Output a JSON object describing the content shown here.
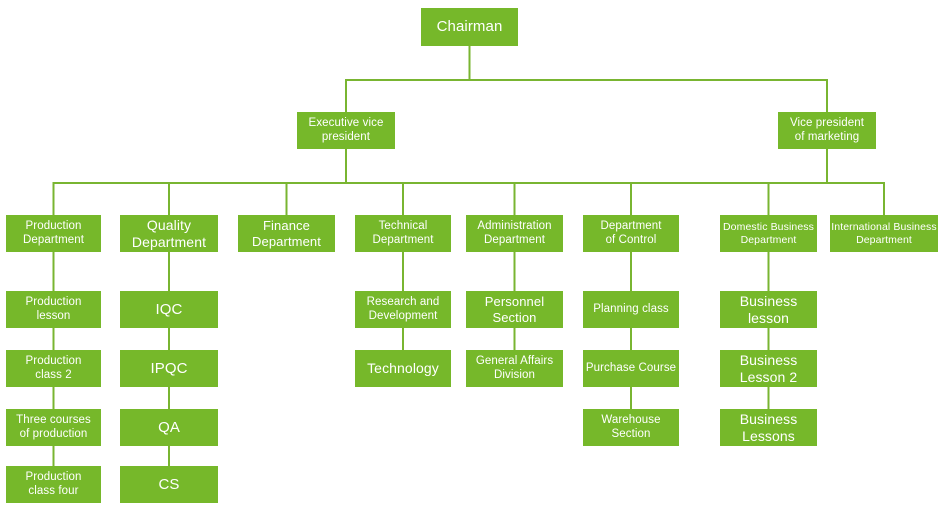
{
  "colors": {
    "node_background": "#76b82a",
    "node_text": "#ffffff",
    "connector_line": "#79b531",
    "page_background": "#ffffff"
  },
  "org_chart": {
    "type": "organization-chart",
    "root": {
      "label": "Chairman",
      "children": [
        {
          "label": "Executive vice\npresident",
          "children": [
            {
              "label": "Production\nDepartment",
              "children": [
                {
                  "label": "Production\nlesson"
                },
                {
                  "label": "Production\nclass 2"
                },
                {
                  "label": "Three courses\nof production"
                },
                {
                  "label": "Production\nclass four"
                }
              ]
            },
            {
              "label": "Quality\nDepartment",
              "children": [
                {
                  "label": "IQC"
                },
                {
                  "label": "IPQC"
                },
                {
                  "label": "QA"
                },
                {
                  "label": "CS"
                }
              ]
            },
            {
              "label": "Finance\nDepartment",
              "children": []
            },
            {
              "label": "Technical\nDepartment",
              "children": [
                {
                  "label": "Research and\nDevelopment"
                },
                {
                  "label": "Technology"
                }
              ]
            },
            {
              "label": "Administration\nDepartment",
              "children": [
                {
                  "label": "Personnel\nSection"
                },
                {
                  "label": "General Affairs\nDivision"
                }
              ]
            },
            {
              "label": "Department\nof Control",
              "children": [
                {
                  "label": "Planning class"
                },
                {
                  "label": "Purchase Course"
                },
                {
                  "label": "Warehouse\nSection"
                }
              ]
            }
          ]
        },
        {
          "label": "Vice president\nof marketing",
          "children": [
            {
              "label": "Domestic Business\nDepartment",
              "children": [
                {
                  "label": "Business\nlesson"
                },
                {
                  "label": "Business\nLesson 2"
                },
                {
                  "label": "Business\nLessons"
                }
              ]
            },
            {
              "label": "International Business\nDepartment",
              "children": []
            }
          ]
        }
      ]
    }
  }
}
